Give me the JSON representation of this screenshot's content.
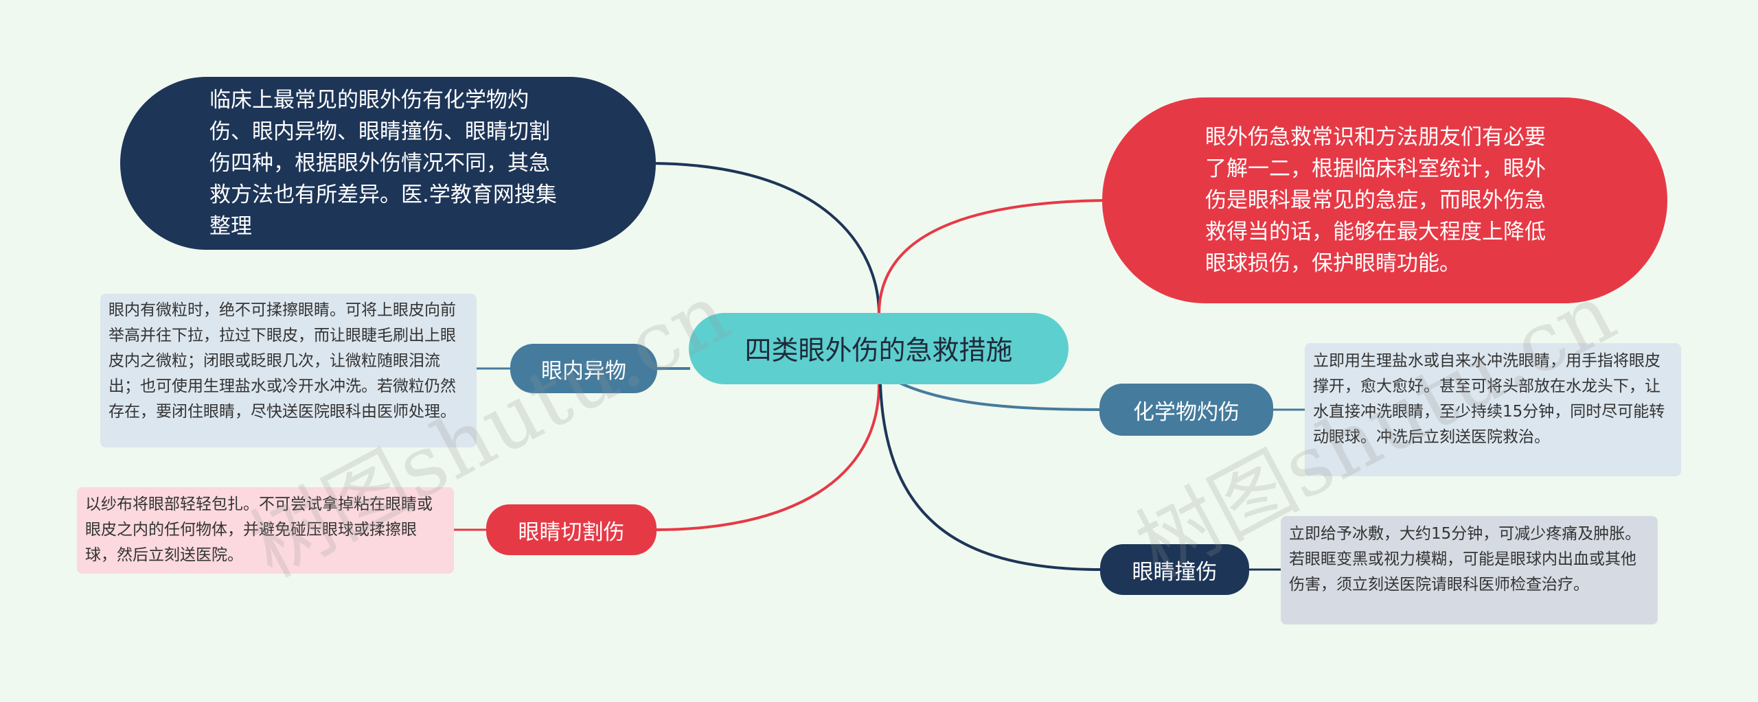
{
  "center": {
    "title": "四类眼外伤的急救措施",
    "color": "#5ecfcf"
  },
  "intro_left": {
    "text": "临床上最常见的眼外伤有化学物灼伤、眼内异物、眼睛撞伤、眼睛切割伤四种，根据眼外伤情况不同，其急救方法也有所差异。医.学教育网搜集整理",
    "color": "#1d3557"
  },
  "intro_right": {
    "text": "眼外伤急救常识和方法朋友们有必要了解一二，根据临床科室统计，眼外伤是眼科最常见的急症，而眼外伤急救得当的话，能够在最大程度上降低眼球损伤，保护眼睛功能。",
    "color": "#e63946"
  },
  "branches": {
    "foreign_body": {
      "label": "眼内异物",
      "color": "#457b9d",
      "note": "眼内有微粒时，绝不可揉擦眼睛。可将上眼皮向前举高并往下拉，拉过下眼皮，而让眼睫毛刷出上眼皮内之微粒；闭眼或眨眼几次，让微粒随眼泪流出；也可使用生理盐水或冷开水冲洗。若微粒仍然存在，要闭住眼睛，尽快送医院眼科由医师处理。",
      "note_bg": "#dce6ee"
    },
    "cut": {
      "label": "眼睛切割伤",
      "color": "#e63946",
      "note": "以纱布将眼部轻轻包扎。不可尝试拿掉粘在眼睛或眼皮之内的任何物体，并避免碰压眼球或揉擦眼球，然后立刻送医院。",
      "note_bg": "#fbd9de"
    },
    "chemical": {
      "label": "化学物灼伤",
      "color": "#457b9d",
      "note": "立即用生理盐水或自来水冲洗眼睛，用手指将眼皮撑开，愈大愈好。甚至可将头部放在水龙头下，让水直接冲洗眼睛，至少持续15分钟，同时尽可能转动眼球。冲洗后立刻送医院救治。",
      "note_bg": "#dce6ee"
    },
    "impact": {
      "label": "眼睛撞伤",
      "color": "#1d3557",
      "note": "立即给予冰敷，大约15分钟，可减少疼痛及肿胀。若眼眶变黑或视力模糊，可能是眼球内出血或其他伤害，须立刻送医院请眼科医师检查治疗。",
      "note_bg": "#d6dbe3"
    }
  },
  "watermark": {
    "text_1": "树图shutu.cn",
    "text_2": "树图shutu.cn"
  }
}
